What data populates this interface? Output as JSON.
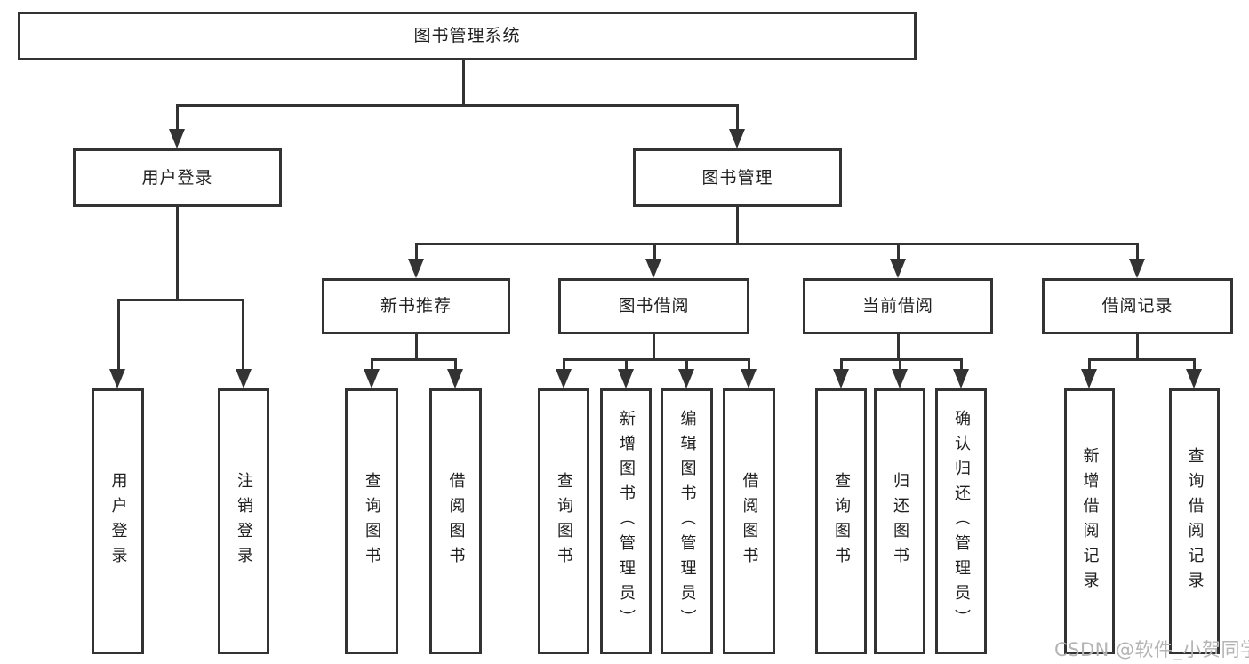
{
  "tree": {
    "label": "图书管理系统",
    "children": [
      {
        "label": "用户登录",
        "children": [
          {
            "label": "用户登录"
          },
          {
            "label": "注销登录"
          }
        ]
      },
      {
        "label": "图书管理",
        "children": [
          {
            "label": "新书推荐",
            "children": [
              {
                "label": "查询图书"
              },
              {
                "label": "借阅图书"
              }
            ]
          },
          {
            "label": "图书借阅",
            "children": [
              {
                "label": "查询图书"
              },
              {
                "label": "新增图书（管理员）"
              },
              {
                "label": "编辑图书（管理员）"
              },
              {
                "label": "借阅图书"
              }
            ]
          },
          {
            "label": "当前借阅",
            "children": [
              {
                "label": "查询图书"
              },
              {
                "label": "归还图书"
              },
              {
                "label": "确认归还（管理员）"
              }
            ]
          },
          {
            "label": "借阅记录",
            "children": [
              {
                "label": "新增借阅记录"
              },
              {
                "label": "查询借阅记录"
              }
            ]
          }
        ]
      }
    ]
  },
  "watermark": {
    "text": "CSDN @软件_小贺同学"
  },
  "colors": {
    "line": "#333333",
    "text": "#1f1f1f",
    "box_background": "#ffffff",
    "watermark": "#b4b4b4"
  }
}
